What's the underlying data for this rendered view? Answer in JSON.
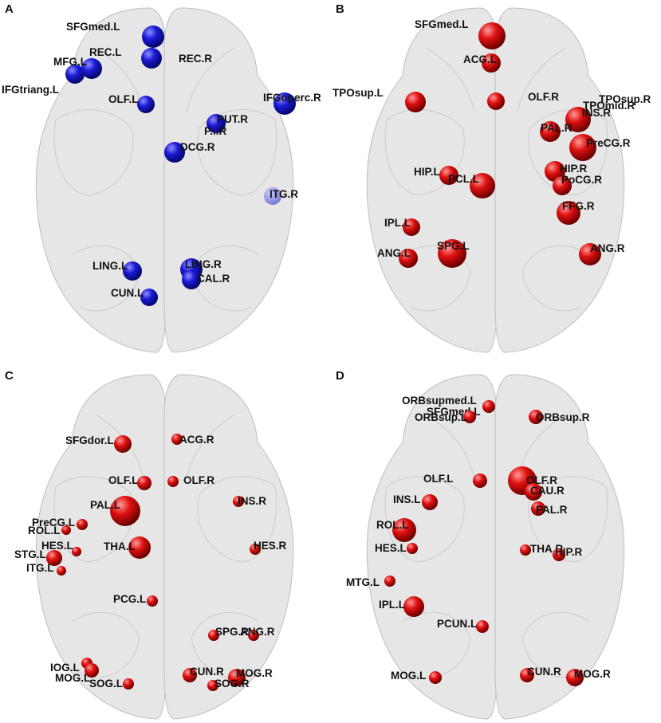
{
  "colors": {
    "blue_node": "#1a1ad6",
    "red_node": "#e01010",
    "brain": "#e6e6e6"
  },
  "panels": [
    {
      "letter": "A",
      "color": "blue",
      "nodes": [
        {
          "label": "SFGmed.L"
        },
        {
          "label": "REC.L"
        },
        {
          "label": "REC.R"
        },
        {
          "label": "IFGtriang.L"
        },
        {
          "label": "MFG.L"
        },
        {
          "label": "OLF.L"
        },
        {
          "label": "IFGoperc.R"
        },
        {
          "label": "PUT.R"
        },
        {
          "label": "P...R"
        },
        {
          "label": "DCG.R"
        },
        {
          "label": "ITG.R"
        },
        {
          "label": "LING.L"
        },
        {
          "label": "LING.R"
        },
        {
          "label": "CAL.R"
        },
        {
          "label": "CUN.L"
        }
      ]
    },
    {
      "letter": "B",
      "color": "red",
      "nodes": [
        {
          "label": "SFGmed.L"
        },
        {
          "label": "ACG.L"
        },
        {
          "label": "TPOsup.L"
        },
        {
          "label": "OLF.R"
        },
        {
          "label": "TPOsup.R"
        },
        {
          "label": "TPOmid.R"
        },
        {
          "label": "INS.R"
        },
        {
          "label": "PAL.R"
        },
        {
          "label": "PreCG.R"
        },
        {
          "label": "HIP.L"
        },
        {
          "label": "PCL.L"
        },
        {
          "label": "HIP.R"
        },
        {
          "label": "PoCG.R"
        },
        {
          "label": "FFG.R"
        },
        {
          "label": "IPL.L"
        },
        {
          "label": "SPG.L"
        },
        {
          "label": "ANG.L"
        },
        {
          "label": "ANG.R"
        }
      ]
    },
    {
      "letter": "C",
      "color": "red",
      "nodes": [
        {
          "label": "SFGdor.L"
        },
        {
          "label": "ACG.R"
        },
        {
          "label": "OLF.L"
        },
        {
          "label": "OLF.R"
        },
        {
          "label": "INS.R"
        },
        {
          "label": "PAL.L"
        },
        {
          "label": "PreCG.L"
        },
        {
          "label": "ROL.L"
        },
        {
          "label": "THA.L"
        },
        {
          "label": "STG.L"
        },
        {
          "label": "HES.L"
        },
        {
          "label": "HES.R"
        },
        {
          "label": "ITG.L"
        },
        {
          "label": "PCG.L"
        },
        {
          "label": "SPG.R"
        },
        {
          "label": "ANG.R"
        },
        {
          "label": "IOG.L"
        },
        {
          "label": "MOG.L"
        },
        {
          "label": "SOG.L"
        },
        {
          "label": "CUN.R"
        },
        {
          "label": "MOG.R"
        },
        {
          "label": "SOG.R"
        }
      ]
    },
    {
      "letter": "D",
      "color": "red",
      "nodes": [
        {
          "label": "ORBsupmed.L"
        },
        {
          "label": "SFGmed.L"
        },
        {
          "label": "ORBsup.L"
        },
        {
          "label": "ORBsup.R"
        },
        {
          "label": "OLF.L"
        },
        {
          "label": "OLF.R"
        },
        {
          "label": "CAU.R"
        },
        {
          "label": "INS.L"
        },
        {
          "label": "PAL.R"
        },
        {
          "label": "ROL.L"
        },
        {
          "label": "HES.L"
        },
        {
          "label": "THA.R"
        },
        {
          "label": "HIP.R"
        },
        {
          "label": "MTG.L"
        },
        {
          "label": "IPL.L"
        },
        {
          "label": "PCUN.L"
        },
        {
          "label": "MOG.L"
        },
        {
          "label": "CUN.R"
        },
        {
          "label": "MOG.R"
        }
      ]
    }
  ]
}
